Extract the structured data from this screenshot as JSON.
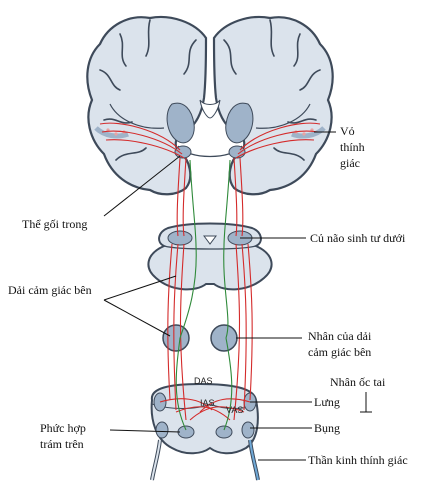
{
  "labels": {
    "auditory_cortex": [
      "Vỏ",
      "thính",
      "giác"
    ],
    "medial_geniculate": "Thể gối trong",
    "inferior_colliculus": "Củ não sinh tư dưới",
    "lateral_lemniscus": "Dải cảm giác bên",
    "lemniscus_nucleus": [
      "Nhân của dải",
      "cảm giác bên"
    ],
    "cochlear_nuclei": "Nhân ốc tai",
    "dorsal": "Lưng",
    "ventral": "Bụng",
    "superior_olive": [
      "Phức hợp",
      "trám trên"
    ],
    "auditory_nerve": "Thần kinh thính giác",
    "das": "DAS",
    "ias": "IAS",
    "vas": "VAS"
  },
  "colors": {
    "tissue_fill": "#dbe3ec",
    "tissue_stroke": "#3e4a5a",
    "nucleus_fill": "#9fb3c9",
    "red_pathway": "#d42b2b",
    "green_pathway": "#2f8a3a",
    "nerve_fill": "#6fa8d6"
  }
}
